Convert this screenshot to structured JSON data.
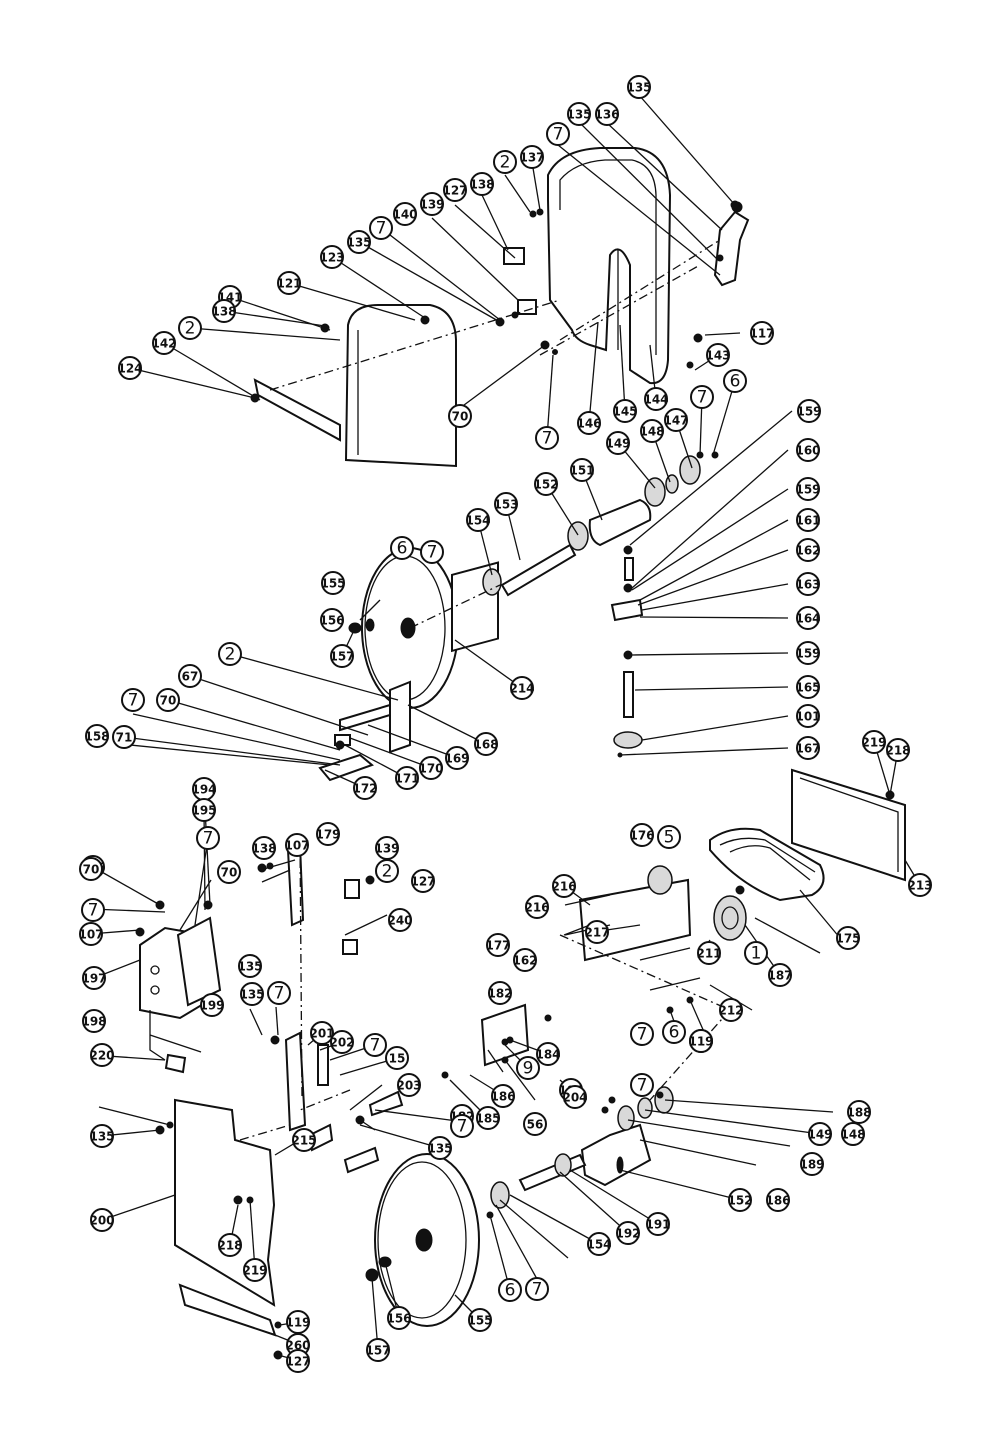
{
  "callouts": [
    {
      "label": "135"
    },
    {
      "label": "136"
    },
    {
      "label": "135"
    },
    {
      "label": "7"
    },
    {
      "label": "137"
    },
    {
      "label": "2"
    },
    {
      "label": "138"
    },
    {
      "label": "127"
    },
    {
      "label": "139"
    },
    {
      "label": "140"
    },
    {
      "label": "7"
    },
    {
      "label": "135"
    },
    {
      "label": "123"
    },
    {
      "label": "121"
    },
    {
      "label": "141"
    },
    {
      "label": "138"
    },
    {
      "label": "2"
    },
    {
      "label": "142"
    },
    {
      "label": "124"
    },
    {
      "label": "117"
    },
    {
      "label": "143"
    },
    {
      "label": "70"
    },
    {
      "label": "7"
    },
    {
      "label": "146"
    },
    {
      "label": "145"
    },
    {
      "label": "144"
    },
    {
      "label": "7"
    },
    {
      "label": "6"
    },
    {
      "label": "147"
    },
    {
      "label": "148"
    },
    {
      "label": "149"
    },
    {
      "label": "159"
    },
    {
      "label": "151"
    },
    {
      "label": "160"
    },
    {
      "label": "152"
    },
    {
      "label": "159"
    },
    {
      "label": "153"
    },
    {
      "label": "161"
    },
    {
      "label": "154"
    },
    {
      "label": "7"
    },
    {
      "label": "6"
    },
    {
      "label": "162"
    },
    {
      "label": "163"
    },
    {
      "label": "155"
    },
    {
      "label": "164"
    },
    {
      "label": "156"
    },
    {
      "label": "157"
    },
    {
      "label": "159"
    },
    {
      "label": "2"
    },
    {
      "label": "67"
    },
    {
      "label": "165"
    },
    {
      "label": "214"
    },
    {
      "label": "70"
    },
    {
      "label": "7"
    },
    {
      "label": "101"
    },
    {
      "label": "168"
    },
    {
      "label": "167"
    },
    {
      "label": "71"
    },
    {
      "label": "158"
    },
    {
      "label": "169"
    },
    {
      "label": "170"
    },
    {
      "label": "171"
    },
    {
      "label": "172"
    },
    {
      "label": "219"
    },
    {
      "label": "218"
    },
    {
      "label": "194"
    },
    {
      "label": "195"
    },
    {
      "label": "138"
    },
    {
      "label": "107"
    },
    {
      "label": "7"
    },
    {
      "label": "179"
    },
    {
      "label": "196"
    },
    {
      "label": "139"
    },
    {
      "label": "70"
    },
    {
      "label": "70"
    },
    {
      "label": "5"
    },
    {
      "label": "176"
    },
    {
      "label": "2"
    },
    {
      "label": "127"
    },
    {
      "label": "216"
    },
    {
      "label": "216"
    },
    {
      "label": "7"
    },
    {
      "label": "213"
    },
    {
      "label": "107"
    },
    {
      "label": "240"
    },
    {
      "label": "197"
    },
    {
      "label": "135"
    },
    {
      "label": "175"
    },
    {
      "label": "187"
    },
    {
      "label": "217"
    },
    {
      "label": "211"
    },
    {
      "label": "1"
    },
    {
      "label": "198"
    },
    {
      "label": "177"
    },
    {
      "label": "162"
    },
    {
      "label": "216"
    },
    {
      "label": "212"
    },
    {
      "label": "199"
    },
    {
      "label": "135"
    },
    {
      "label": "7"
    },
    {
      "label": "119"
    },
    {
      "label": "201"
    },
    {
      "label": "182"
    },
    {
      "label": "220"
    },
    {
      "label": "202"
    },
    {
      "label": "7"
    },
    {
      "label": "15"
    },
    {
      "label": "184"
    },
    {
      "label": "9"
    },
    {
      "label": "183"
    },
    {
      "label": "7"
    },
    {
      "label": "6"
    },
    {
      "label": "203"
    },
    {
      "label": "182"
    },
    {
      "label": "186"
    },
    {
      "label": "185"
    },
    {
      "label": "188"
    },
    {
      "label": "7"
    },
    {
      "label": "204"
    },
    {
      "label": "148"
    },
    {
      "label": "7"
    },
    {
      "label": "56"
    },
    {
      "label": "149"
    },
    {
      "label": "135"
    },
    {
      "label": "135"
    },
    {
      "label": "215"
    },
    {
      "label": "189"
    },
    {
      "label": "186"
    },
    {
      "label": "152"
    },
    {
      "label": "191"
    },
    {
      "label": "192"
    },
    {
      "label": "154"
    },
    {
      "label": "7"
    },
    {
      "label": "6"
    },
    {
      "label": "200"
    },
    {
      "label": "218"
    },
    {
      "label": "219"
    },
    {
      "label": "155"
    },
    {
      "label": "119"
    },
    {
      "label": "260"
    },
    {
      "label": "156"
    },
    {
      "label": "157"
    },
    {
      "label": "127"
    }
  ]
}
